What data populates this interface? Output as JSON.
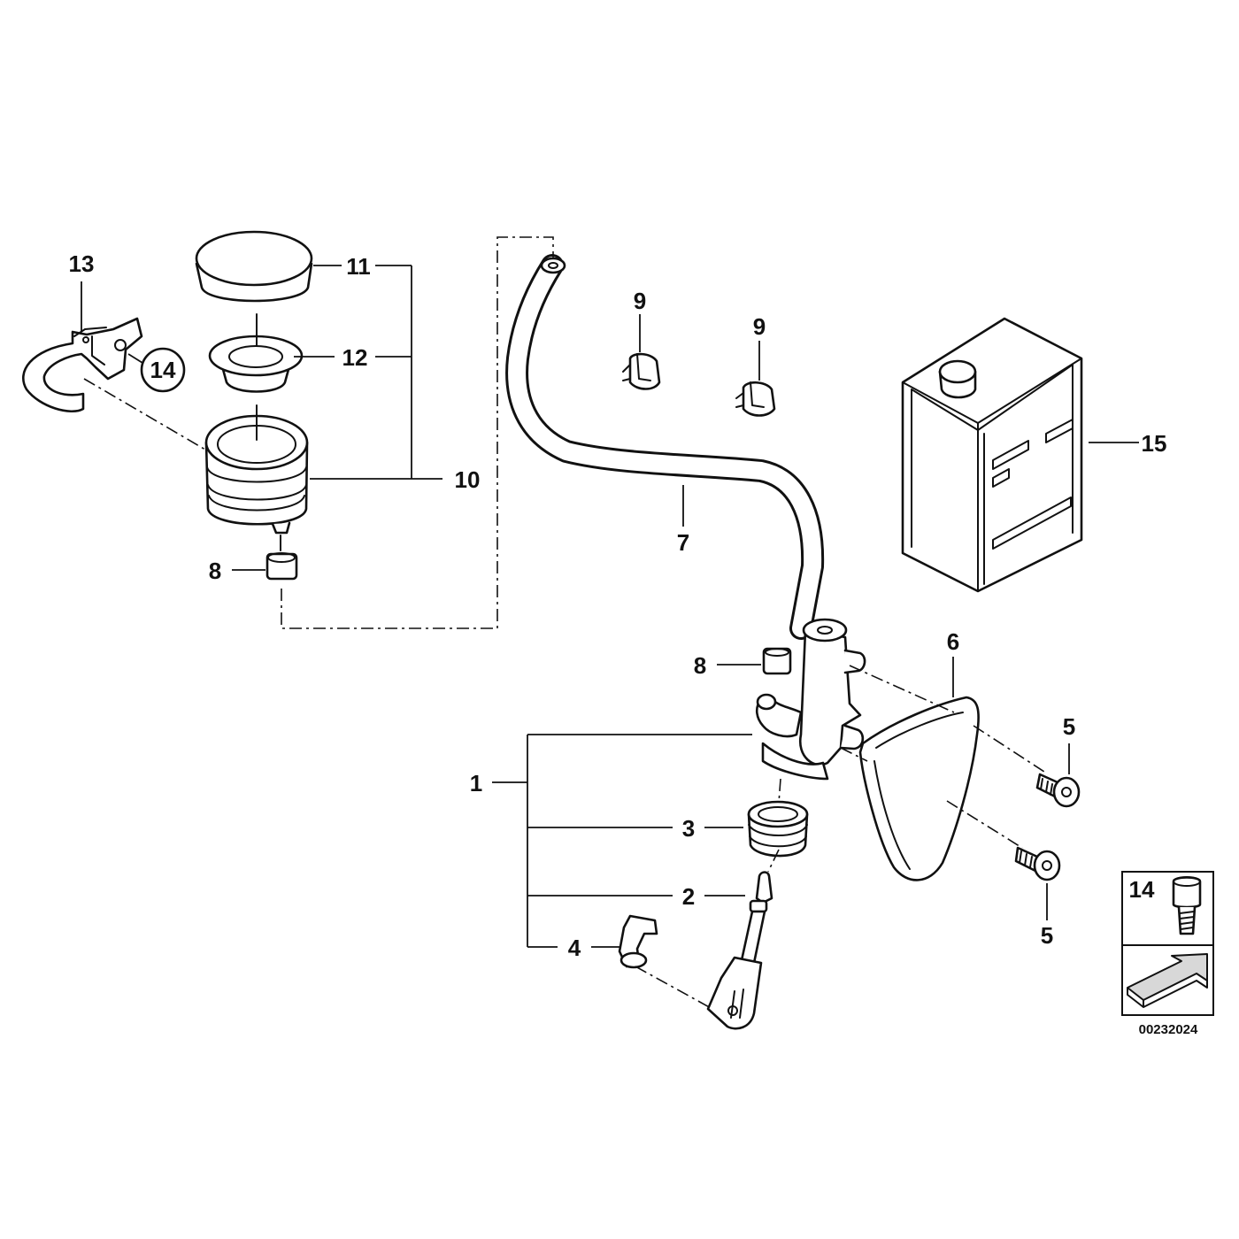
{
  "diagram_id": "00232024",
  "callouts": {
    "c1": "1",
    "c2": "2",
    "c3": "3",
    "c4": "4",
    "c5a": "5",
    "c5b": "5",
    "c6": "6",
    "c7": "7",
    "c8a": "8",
    "c8b": "8",
    "c9a": "9",
    "c9b": "9",
    "c10": "10",
    "c11": "11",
    "c12": "12",
    "c13": "13",
    "c14": "14",
    "c14box": "14",
    "c15": "15"
  },
  "colors": {
    "ink": "#111111",
    "paper": "#ffffff",
    "fill_grey": "#d8d8d8"
  }
}
